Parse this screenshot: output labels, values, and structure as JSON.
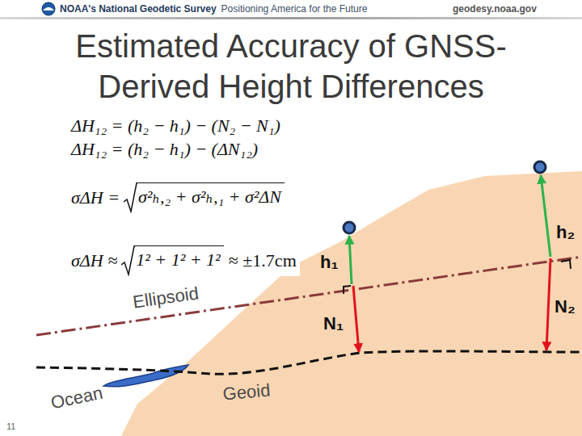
{
  "diagram": {
    "title": "Estimated Accuracy of GNSS-Derived Height Differences",
    "labels": [
      "NOAA's National Geodetic Survey",
      "Positioning America for the Future",
      "geodesy.noaa.gov",
      "ΔH₁₂ = (h₂ − h₁) − (N₂ − N₁)",
      "ΔH₁₂ = (h₂ − h₁) − (ΔN₁₂)",
      "σΔH =",
      "σ²ₕ,₂ + σ²ₕ,₁ + σ²ΔN",
      "σΔH ≈",
      "1² + 1² + 1²",
      "≈ ±1.7cm",
      "h₂",
      "h₁",
      "N₁",
      "N₂",
      "Ellipsoid",
      "Geoid",
      "Ocean",
      "11"
    ]
  }
}
